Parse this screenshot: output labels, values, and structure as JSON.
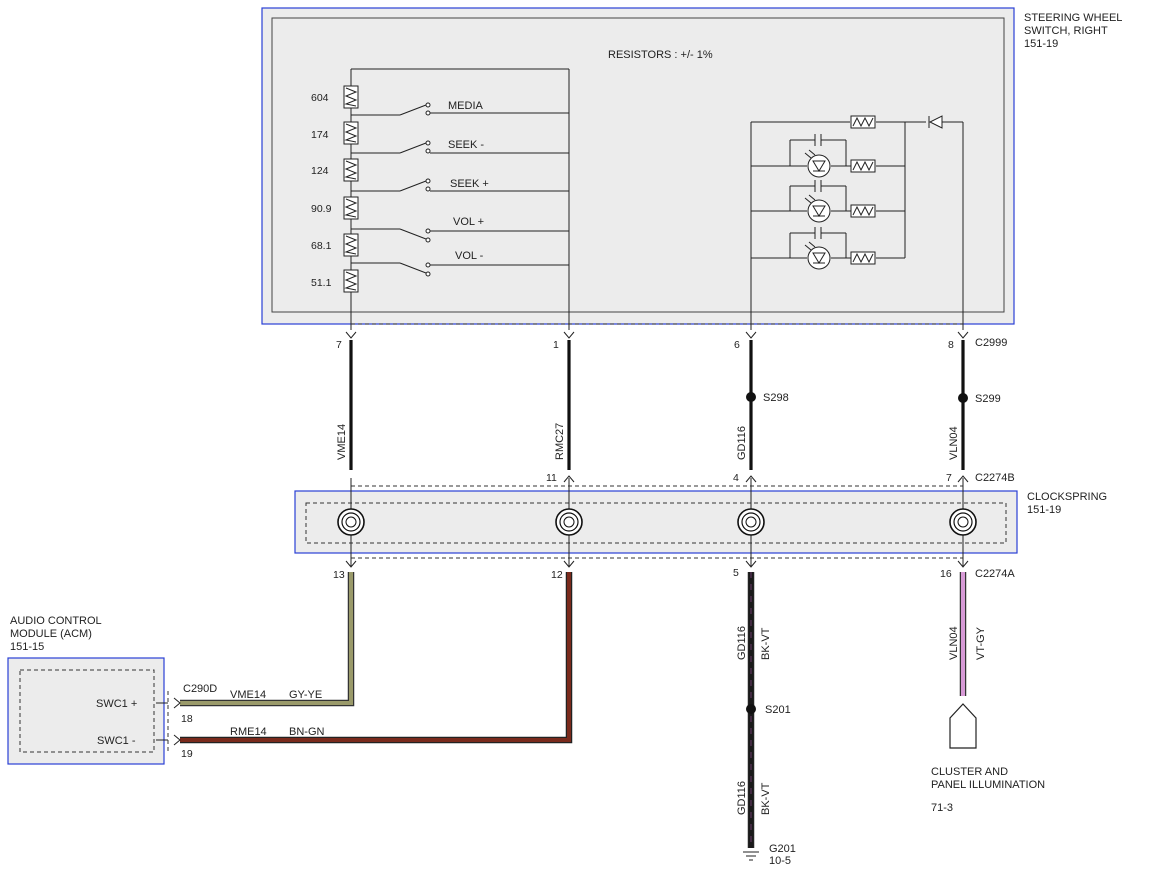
{
  "switch": {
    "title": [
      "STEERING WHEEL",
      "SWITCH, RIGHT",
      "151-19"
    ],
    "resistor_note": "RESISTORS : +/- 1%",
    "resistors": [
      "604",
      "174",
      "124",
      "90.9",
      "68.1",
      "51.1"
    ],
    "functions": [
      "MEDIA",
      "SEEK -",
      "SEEK +",
      "VOL +",
      "VOL -"
    ]
  },
  "clockspring": {
    "title": [
      "CLOCKSPRING",
      "151-19"
    ]
  },
  "acm": {
    "title": [
      "AUDIO CONTROL",
      "MODULE (ACM)",
      "151-15"
    ],
    "pins": [
      "SWC1 +",
      "SWC1 -"
    ],
    "connector": "C290D",
    "pin_numbers": [
      "18",
      "19"
    ]
  },
  "pins_top": [
    "7",
    "1",
    "6",
    "8"
  ],
  "connector_top": "C2999",
  "pins_mid": [
    "11",
    "4",
    "7"
  ],
  "connector_mid": "C2274B",
  "pins_bottom": [
    "13",
    "12",
    "5",
    "16"
  ],
  "connector_bottom": "C2274A",
  "circuits_upper": [
    "VME14",
    "RMC27",
    "GD116",
    "VLN04"
  ],
  "splices": [
    "S298",
    "S299",
    "S201"
  ],
  "lower_wires": [
    {
      "circuit": "VME14",
      "color_code": "GY-YE",
      "color": "#9a9a6a"
    },
    {
      "circuit": "RME14",
      "color_code": "BN-GN",
      "color": "#7a2a1c"
    },
    {
      "circuit": "GD116",
      "color_code": "BK-VT",
      "color": "#1a1a1a"
    },
    {
      "circuit": "VLN04",
      "color_code": "VT-GY",
      "color": "#d79ad6"
    }
  ],
  "ground": {
    "name": "G201",
    "ref": "10-5"
  },
  "cluster": {
    "label": [
      "CLUSTER AND",
      "PANEL ILLUMINATION"
    ],
    "ref": "71-3"
  }
}
